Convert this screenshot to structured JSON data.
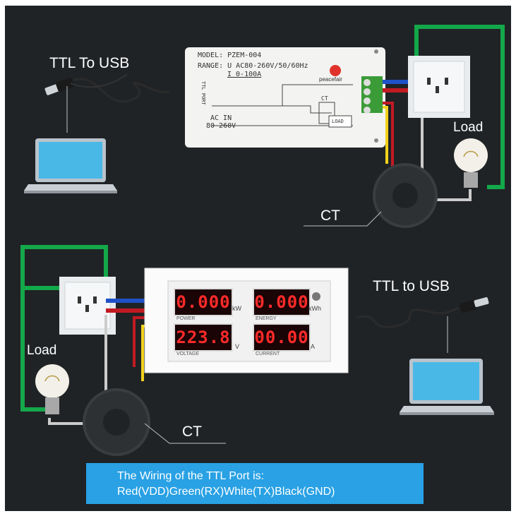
{
  "top_diagram": {
    "ttl_label": "TTL To USB",
    "module": {
      "model": "MODEL: PZEM-004",
      "range_line1": "RANGE: U  AC80-260V/50/60Hz",
      "range_line2": "I  0-100A",
      "brand": "peacefair",
      "ttl_port": "TTL PORT",
      "ac_in": "AC IN",
      "ac_range": "80-260V",
      "ct": "CT",
      "load": "LOAD"
    },
    "load_label": "Load",
    "ct_label": "CT"
  },
  "bottom_diagram": {
    "ttl_label": "TTL to USB",
    "load_label": "Load",
    "ct_label": "CT",
    "meter": {
      "power_value": "0.000",
      "power_unit": "kW",
      "power_caption": "POWER",
      "energy_value": "0.000",
      "energy_unit": "kWh",
      "energy_caption": "ENERGY",
      "voltage_value": "223.8",
      "voltage_unit": "V",
      "voltage_caption": "VOLTAGE",
      "current_value": "00.00",
      "current_unit": "A",
      "current_caption": "CURRENT"
    }
  },
  "banner": {
    "line1": "The Wiring of the TTL Port is:",
    "line2": "Red(VDD)Green(RX)White(TX)Black(GND)"
  },
  "colors": {
    "background": "#202326",
    "banner": "#29a1e4",
    "wire_green": "#13a84a",
    "wire_blue": "#1f52c9",
    "wire_red": "#c21a22",
    "wire_yellow": "#f2d21c",
    "led_red": "#ff2a2a"
  },
  "icons": [
    "laptop-icon",
    "usb-cable-icon",
    "light-bulb-icon",
    "wall-socket-icon",
    "ct-coil-icon"
  ]
}
